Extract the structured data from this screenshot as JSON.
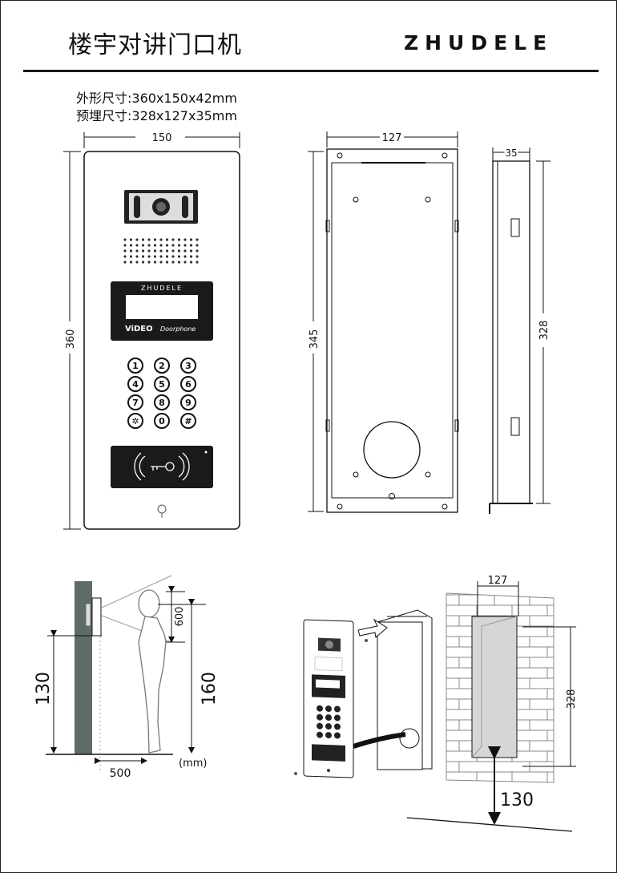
{
  "header": {
    "title": "楼宇对讲门口机",
    "brand": "ZHUDELE"
  },
  "specs": {
    "outer": "外形尺寸:360x150x42mm",
    "embed": "预埋尺寸:328x127x35mm"
  },
  "front_panel": {
    "width_label": "150",
    "height_label": "360",
    "screen_brand": "ZHUDELE",
    "video_label": "ViDEO",
    "doorphone_label": "Doorphone",
    "keys": [
      "1",
      "2",
      "3",
      "4",
      "5",
      "6",
      "7",
      "8",
      "9",
      "✲",
      "0",
      "#"
    ]
  },
  "back_box": {
    "width_label": "127",
    "height_label": "345"
  },
  "side_view": {
    "depth_label": "35",
    "height_label": "328"
  },
  "install": {
    "mount_height": "130",
    "person_height": "160",
    "eye_zone": "600",
    "distance": "500",
    "unit": "(mm)"
  },
  "wall": {
    "width_label": "127",
    "height_label": "328",
    "floor_height": "130"
  }
}
